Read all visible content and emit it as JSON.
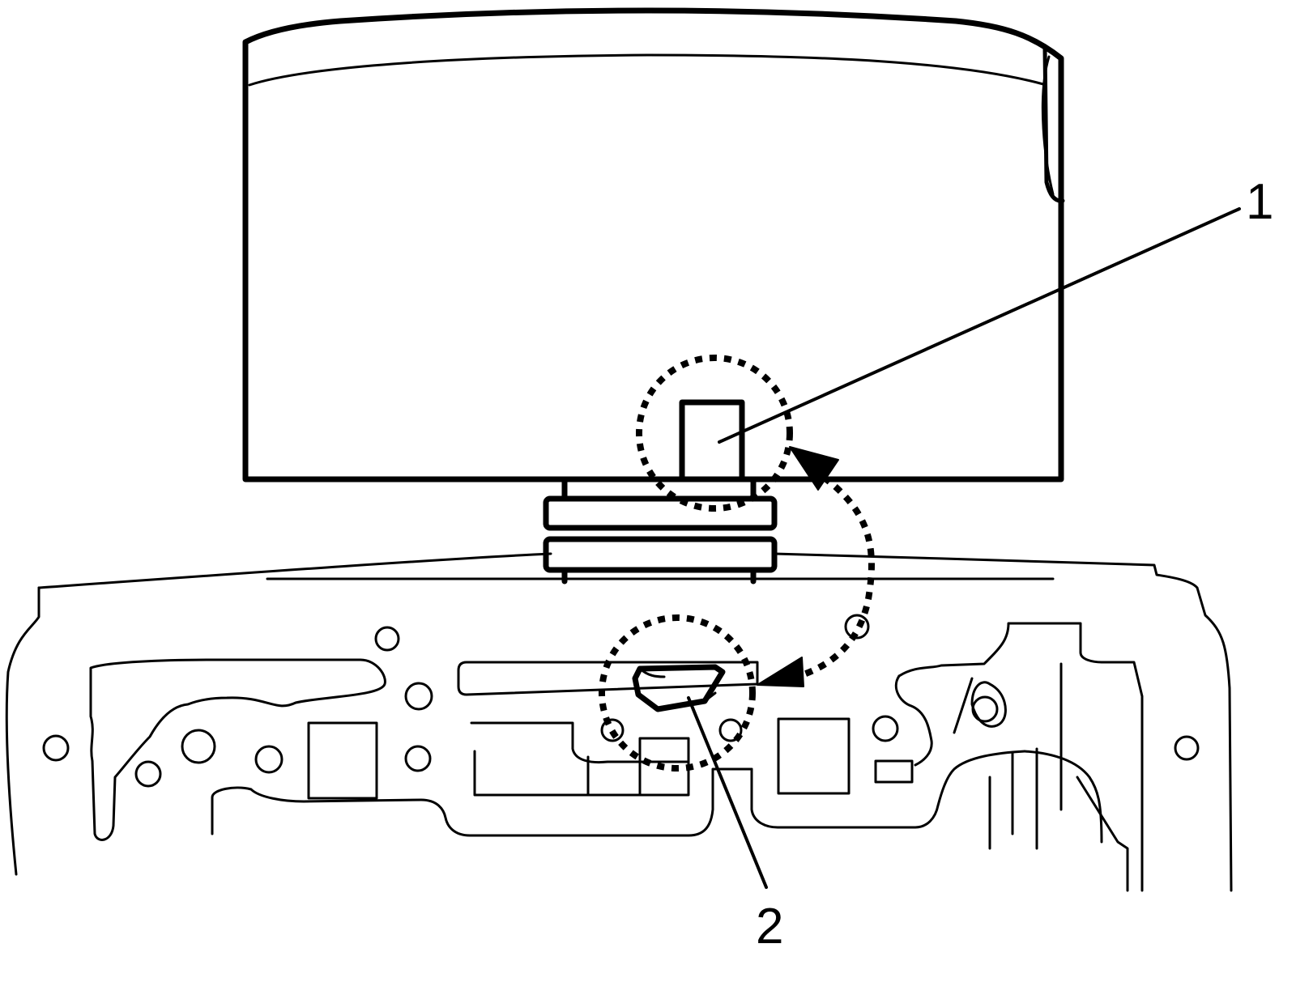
{
  "diagram": {
    "callouts": [
      {
        "id": "1",
        "label": "1"
      },
      {
        "id": "2",
        "label": "2"
      }
    ],
    "colors": {
      "ink": "#000000",
      "paper": "#ffffff"
    }
  }
}
